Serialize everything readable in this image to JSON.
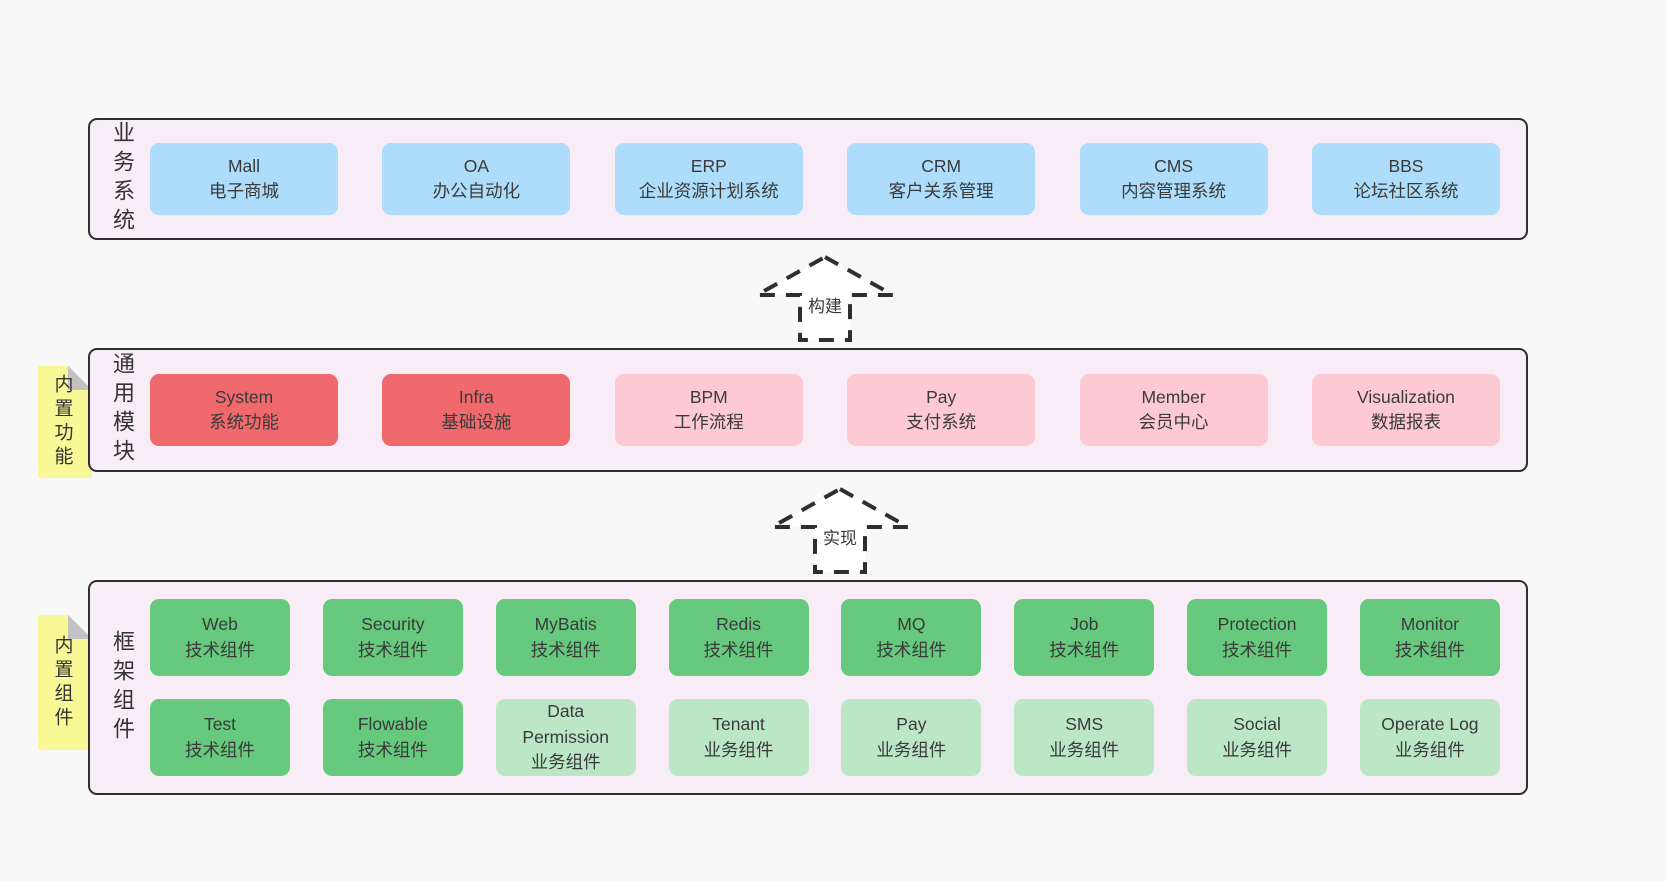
{
  "page": {
    "background": "#f8f8f8"
  },
  "colors": {
    "band_fill": "#f8edf6",
    "band_border": "#2f2f2f",
    "blue_box": "#aeddfb",
    "red_box": "#f0696d",
    "pink_box": "#fdcad4",
    "green_box": "#67c97d",
    "light_green_box": "#bce7c6",
    "note_yellow": "#f8f996",
    "note_fold_gray": "#c2c2c2",
    "text": "#333333",
    "arrow_fill": "#ffffff"
  },
  "arrows": [
    {
      "label": "构建"
    },
    {
      "label": "实现"
    }
  ],
  "bands": [
    {
      "label": "业务系统",
      "note": null,
      "rows": [
        [
          {
            "title": "Mall",
            "subtitle": "电子商城",
            "color": "blue"
          },
          {
            "title": "OA",
            "subtitle": "办公自动化",
            "color": "blue"
          },
          {
            "title": "ERP",
            "subtitle": "企业资源计划系统",
            "color": "blue"
          },
          {
            "title": "CRM",
            "subtitle": "客户关系管理",
            "color": "blue"
          },
          {
            "title": "CMS",
            "subtitle": "内容管理系统",
            "color": "blue"
          },
          {
            "title": "BBS",
            "subtitle": "论坛社区系统",
            "color": "blue"
          }
        ]
      ]
    },
    {
      "label": "通用模块",
      "note": "内置功能",
      "rows": [
        [
          {
            "title": "System",
            "subtitle": "系统功能",
            "color": "red"
          },
          {
            "title": "Infra",
            "subtitle": "基础设施",
            "color": "red"
          },
          {
            "title": "BPM",
            "subtitle": "工作流程",
            "color": "pink"
          },
          {
            "title": "Pay",
            "subtitle": "支付系统",
            "color": "pink"
          },
          {
            "title": "Member",
            "subtitle": "会员中心",
            "color": "pink"
          },
          {
            "title": "Visualization",
            "subtitle": "数据报表",
            "color": "pink"
          }
        ]
      ]
    },
    {
      "label": "框架组件",
      "note": "内置组件",
      "rows": [
        [
          {
            "title": "Web",
            "subtitle": "技术组件",
            "color": "green"
          },
          {
            "title": "Security",
            "subtitle": "技术组件",
            "color": "green"
          },
          {
            "title": "MyBatis",
            "subtitle": "技术组件",
            "color": "green"
          },
          {
            "title": "Redis",
            "subtitle": "技术组件",
            "color": "green"
          },
          {
            "title": "MQ",
            "subtitle": "技术组件",
            "color": "green"
          },
          {
            "title": "Job",
            "subtitle": "技术组件",
            "color": "green"
          },
          {
            "title": "Protection",
            "subtitle": "技术组件",
            "color": "green"
          },
          {
            "title": "Monitor",
            "subtitle": "技术组件",
            "color": "green"
          }
        ],
        [
          {
            "title": "Test",
            "subtitle": "技术组件",
            "color": "green"
          },
          {
            "title": "Flowable",
            "subtitle": "技术组件",
            "color": "green"
          },
          {
            "title": "Data Permission",
            "subtitle": "业务组件",
            "color": "lightgreen"
          },
          {
            "title": "Tenant",
            "subtitle": "业务组件",
            "color": "lightgreen"
          },
          {
            "title": "Pay",
            "subtitle": "业务组件",
            "color": "lightgreen"
          },
          {
            "title": "SMS",
            "subtitle": "业务组件",
            "color": "lightgreen"
          },
          {
            "title": "Social",
            "subtitle": "业务组件",
            "color": "lightgreen"
          },
          {
            "title": "Operate Log",
            "subtitle": "业务组件",
            "color": "lightgreen"
          }
        ]
      ]
    }
  ]
}
